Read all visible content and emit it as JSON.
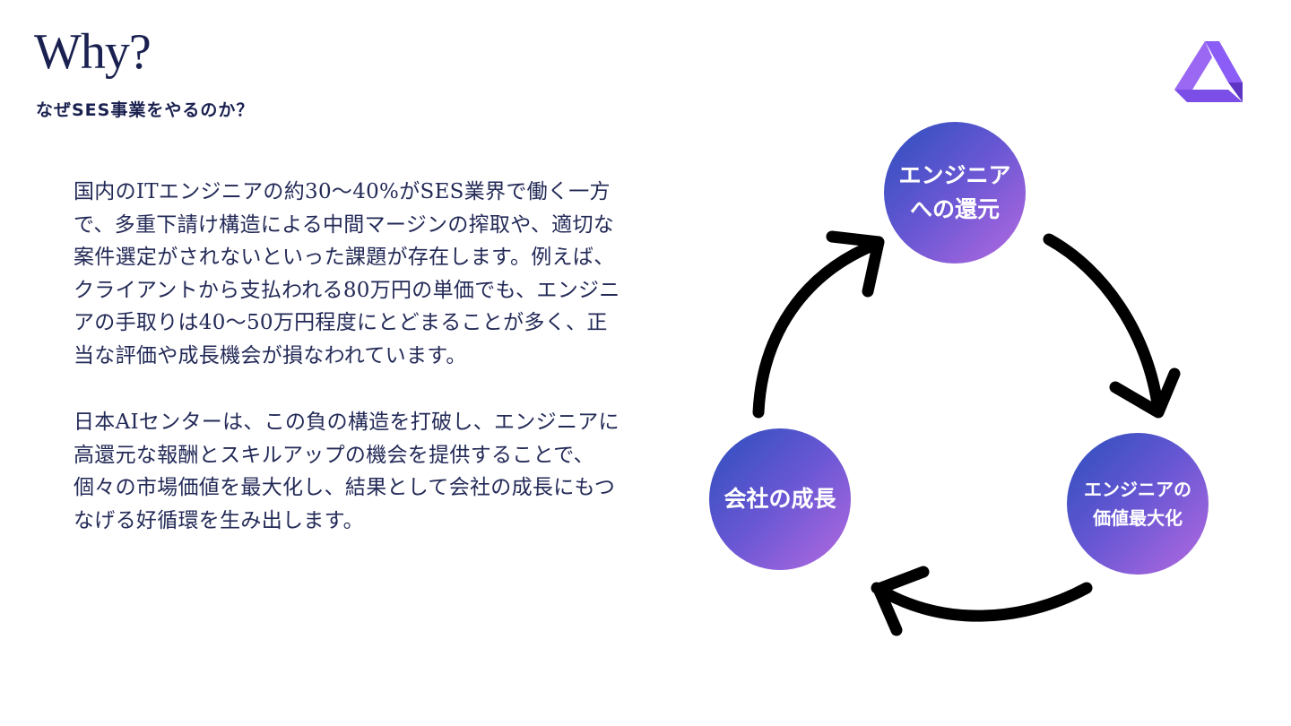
{
  "header": {
    "title": "Why?",
    "subtitle": "なぜSES事業をやるのか？"
  },
  "body": {
    "paragraphs": [
      "国内のITエンジニアの約30〜40%がSES業界で働く一方で、多重下請け構造による中間マージンの搾取や、適切な案件選定がされないといった課題が存在します。例えば、クライアントから支払われる80万円の単価でも、エンジニアの手取りは40〜50万円程度にとどまることが多く、正当な評価や成長機会が損なわれています。",
      "日本AIセンターは、この負の構造を打破し、エンジニアに高還元な報酬とスキルアップの機会を提供することで、個々の市場価値を最大化し、結果として会社の成長にもつなげる好循環を生み出します。"
    ]
  },
  "cycle": {
    "nodes": [
      {
        "line1": "エンジニア",
        "line2": "への還元"
      },
      {
        "line1": "エンジニアの",
        "line2": "価値最大化"
      },
      {
        "line1": "会社の成長",
        "line2": ""
      }
    ]
  },
  "colors": {
    "title": "#1a2150",
    "node_gradient_start": "#2b4fbd",
    "node_gradient_end": "#b46ae0",
    "logo_purple": "#8b5cf6",
    "arrow": "#000000"
  },
  "icons": {
    "logo": "triangle-logo-icon",
    "arrows": "cycle-arrow-icon"
  }
}
